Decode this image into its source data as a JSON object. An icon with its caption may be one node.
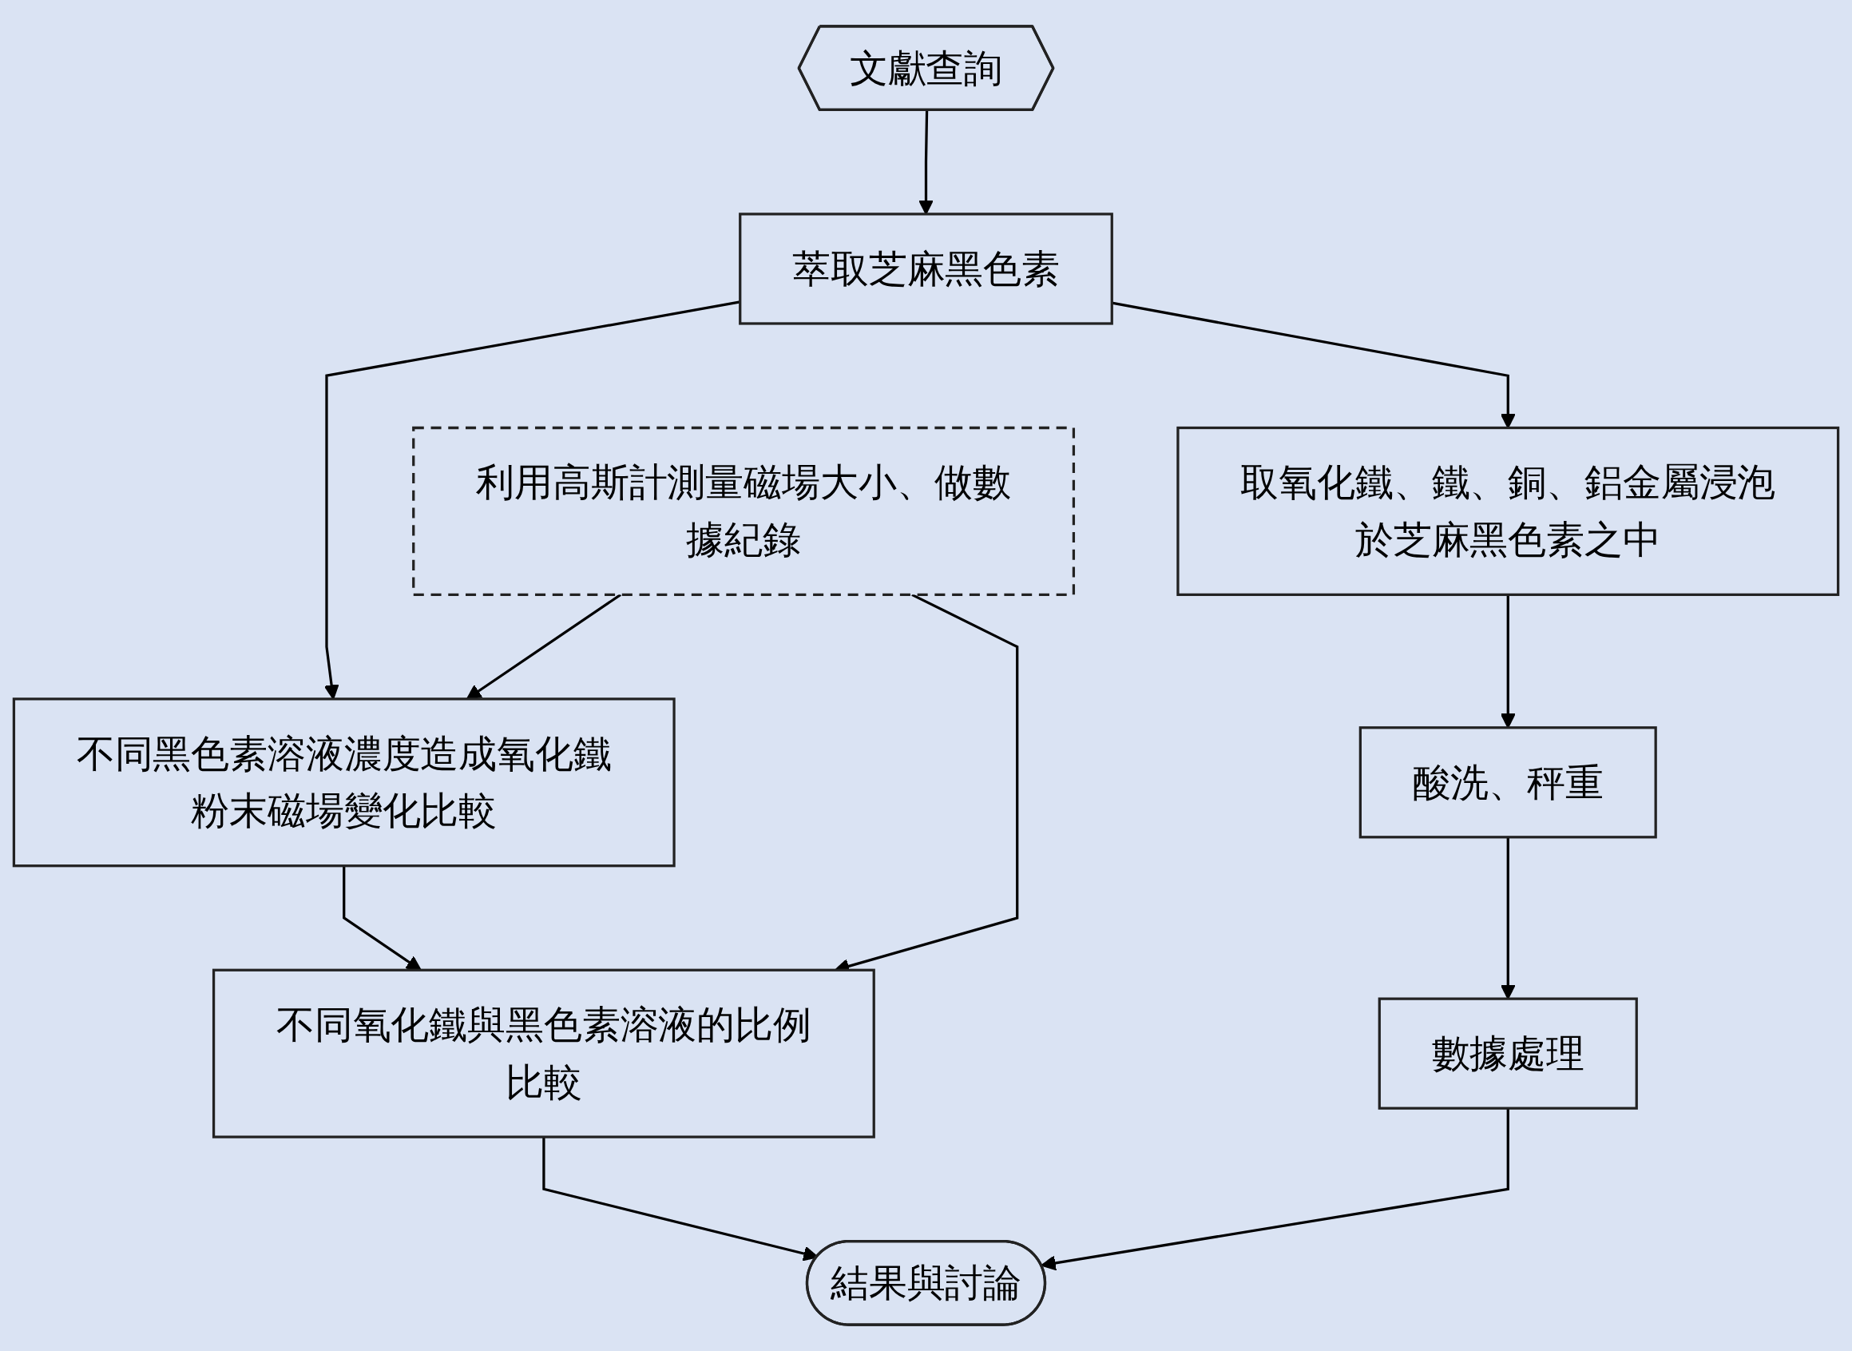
{
  "diagram": {
    "nodes": [
      {
        "text": [
          "文獻查詢"
        ]
      },
      {
        "text": [
          "萃取芝麻黑色素"
        ]
      },
      {
        "text": [
          "不同黑色素溶液濃度造成氧化鐵粉末磁場變化比較"
        ]
      },
      {
        "text": [
          "取氧化鐵、鐵、銅、鋁金屬浸泡於芝麻黑色素之中"
        ]
      },
      {
        "text": [
          "利用高斯計測量磁場大小、做數據紀錄"
        ]
      },
      {
        "text": [
          "酸洗、秤重"
        ]
      },
      {
        "text": [
          "不同氧化鐵與黑色素溶液的比例比較"
        ]
      },
      {
        "text": [
          "數據處理"
        ]
      },
      {
        "text": [
          "結果與討論"
        ]
      }
    ],
    "edges": [
      {
        "from": 0,
        "to": 1,
        "arrow": "to"
      },
      {
        "from": 1,
        "to": 2,
        "arrow": "to"
      },
      {
        "from": 1,
        "to": 3,
        "arrow": "to"
      },
      {
        "from": 4,
        "to": 2,
        "arrow": "to"
      },
      {
        "from": 2,
        "to": 6,
        "arrow": "to"
      },
      {
        "from": 3,
        "to": 5,
        "arrow": "to"
      },
      {
        "from": 4,
        "to": 6,
        "arrow": "to"
      },
      {
        "from": 5,
        "to": 7,
        "arrow": "to"
      },
      {
        "from": 6,
        "to": 8,
        "arrow": "to"
      },
      {
        "from": 7,
        "to": 8,
        "arrow": "to"
      }
    ]
  }
}
